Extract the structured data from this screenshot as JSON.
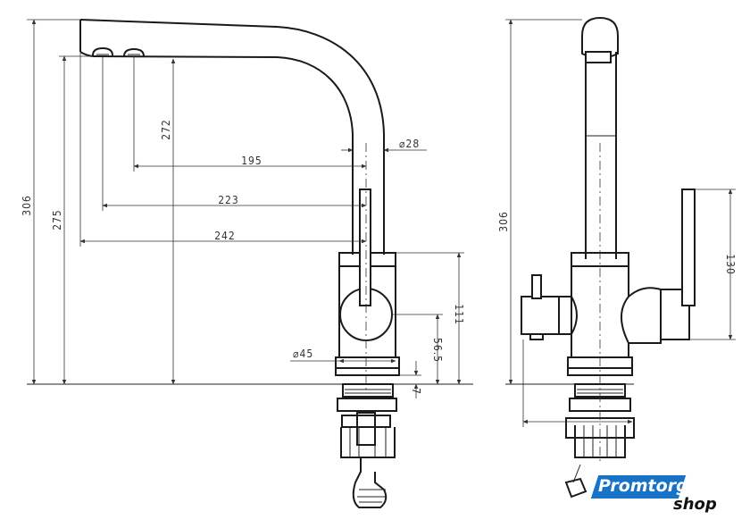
{
  "side_view": {
    "dims": {
      "total_height": "306",
      "spout_height": "275",
      "outlet_height": "272",
      "reach_short": "195",
      "reach_mid": "223",
      "reach_long": "242",
      "tube_diameter": "⌀28",
      "body_diameter": "⌀45",
      "body_height": "111",
      "lever_axis_height": "56.5",
      "base_height": "7"
    }
  },
  "front_view": {
    "dims": {
      "total_height": "306",
      "handle_height": "130"
    }
  },
  "logo": {
    "line1": "Promtorg",
    "line2": "shop"
  },
  "colors": {
    "ink": "#1a1a1a",
    "logo_blue": "#1673c8"
  }
}
